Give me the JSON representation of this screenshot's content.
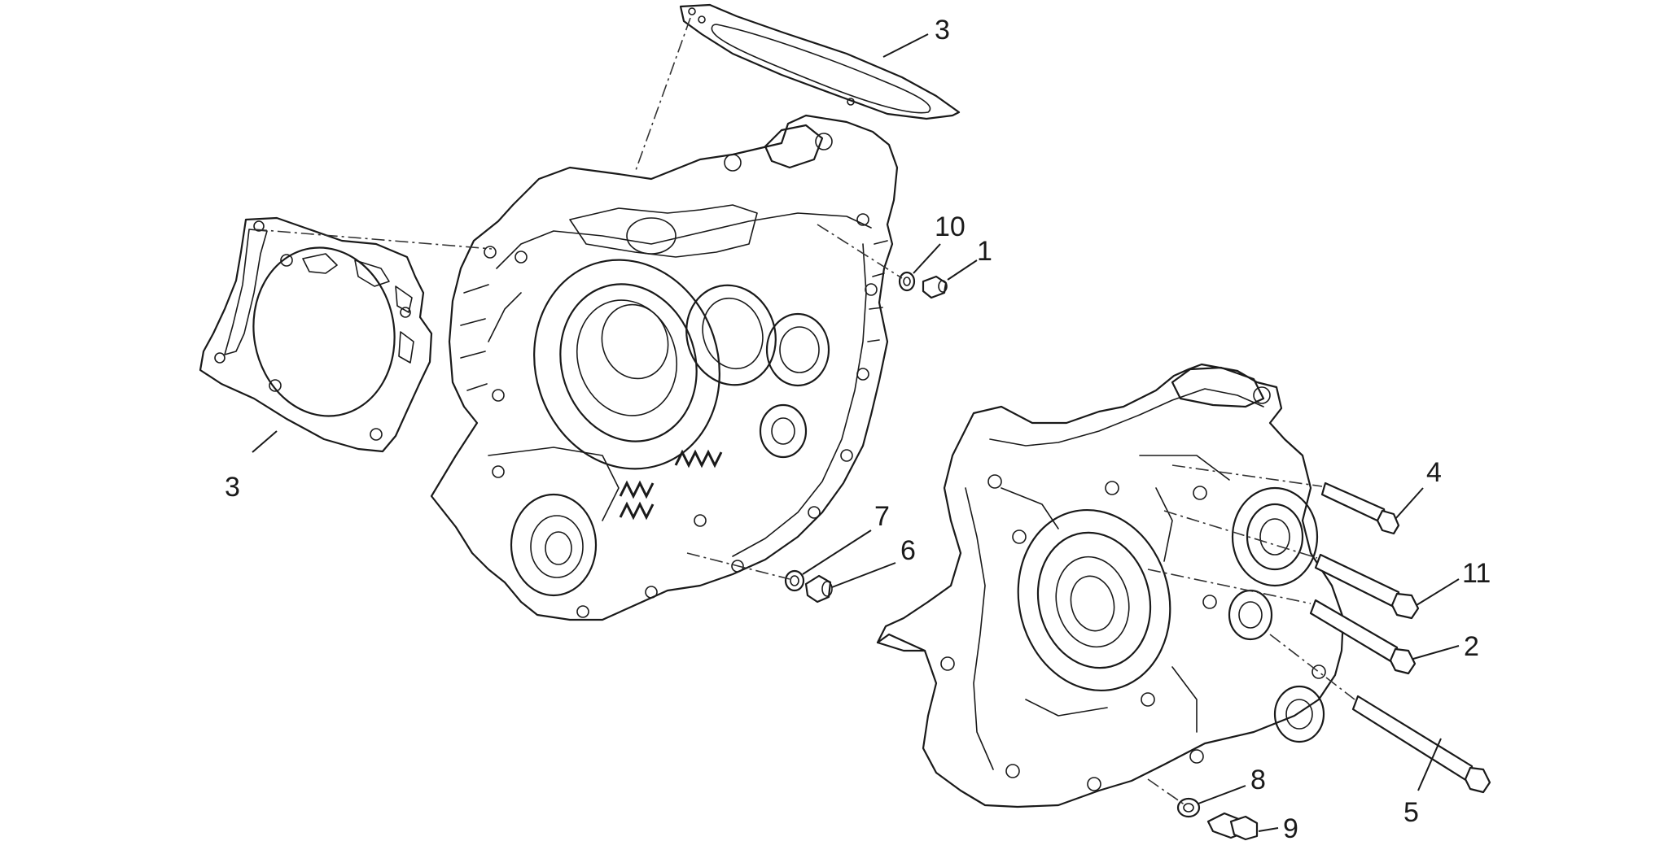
{
  "diagram": {
    "callouts": [
      {
        "id": "c3-top",
        "text": "3"
      },
      {
        "id": "c3-left",
        "text": "3"
      },
      {
        "id": "c10",
        "text": "10"
      },
      {
        "id": "c1",
        "text": "1"
      },
      {
        "id": "c7",
        "text": "7"
      },
      {
        "id": "c6",
        "text": "6"
      },
      {
        "id": "c4",
        "text": "4"
      },
      {
        "id": "c11",
        "text": "11"
      },
      {
        "id": "c2",
        "text": "2"
      },
      {
        "id": "c5",
        "text": "5"
      },
      {
        "id": "c8",
        "text": "8"
      },
      {
        "id": "c9",
        "text": "9"
      }
    ]
  }
}
